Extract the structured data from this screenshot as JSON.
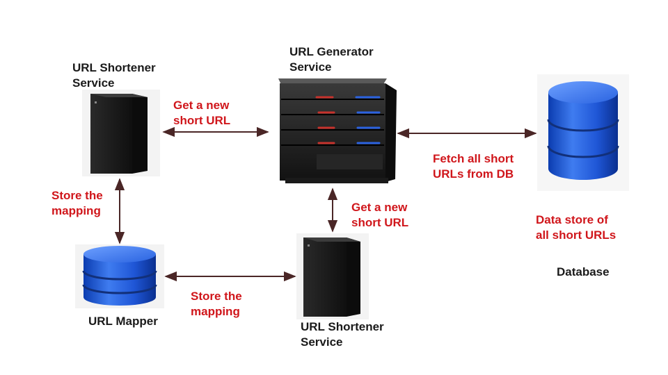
{
  "nodes": {
    "url_generator": {
      "label": "URL Generator\nService"
    },
    "shortener_top": {
      "label": "URL Shortener\nService"
    },
    "shortener_bottom": {
      "label": "URL Shortener\nService"
    },
    "url_mapper": {
      "label": "URL Mapper"
    },
    "database": {
      "label": "Database",
      "caption": "Data store of\nall short URLs"
    }
  },
  "edges": {
    "top_to_generator": {
      "label": "Get a new\nshort URL"
    },
    "generator_to_database": {
      "label": "Fetch all short\nURLs from DB"
    },
    "generator_to_bottom": {
      "label": "Get a new\nshort URL"
    },
    "top_to_mapper": {
      "label": "Store the\nmapping"
    },
    "mapper_to_bottom": {
      "label": "Store the\nmapping"
    }
  },
  "colors": {
    "edge_label": "#d0161b",
    "node_label": "#1a1a1a",
    "arrow": "#4a2626",
    "db_blue": "#1f56d6",
    "server_black": "#1b1b1b"
  }
}
